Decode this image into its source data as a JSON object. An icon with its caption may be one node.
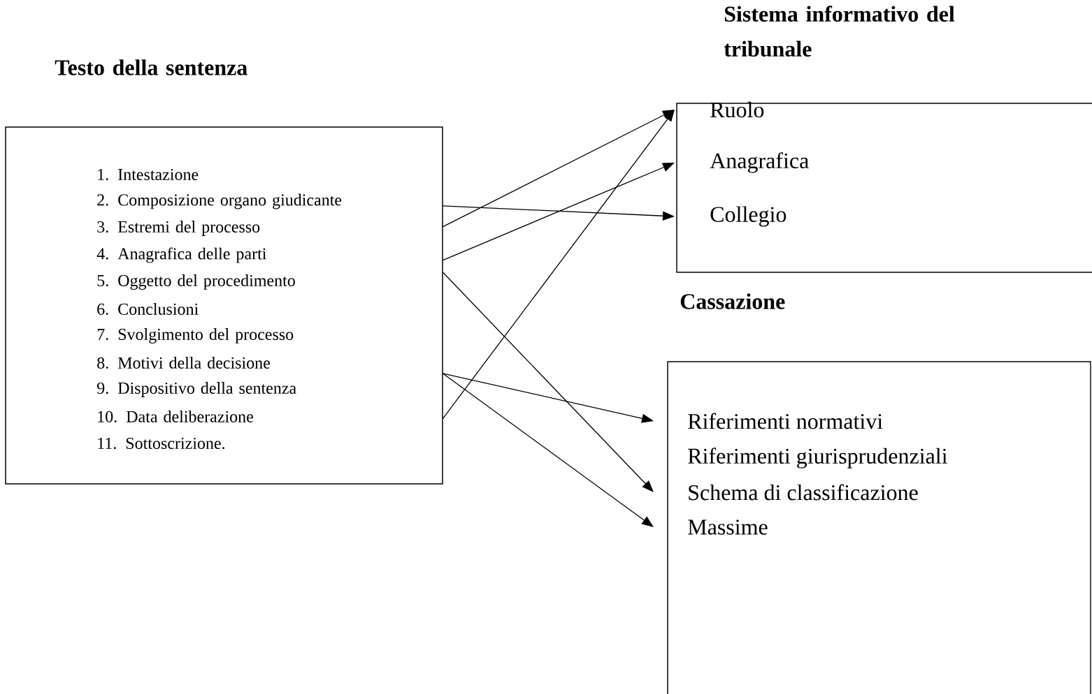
{
  "diagram": {
    "nodes": [
      {
        "text": [
          "Testo della sentenza"
        ]
      },
      {
        "text": [
          "1. Intestazione"
        ],
        "in": 0
      },
      {
        "text": [
          "2. Composizione organo giudicante"
        ],
        "in": 0
      },
      {
        "text": [
          "3. Estremi del processo"
        ],
        "in": 0
      },
      {
        "text": [
          "4. Anagrafica delle parti"
        ],
        "in": 0
      },
      {
        "text": [
          "5. Oggetto del procedimento"
        ],
        "in": 0
      },
      {
        "text": [
          "6. Conclusioni"
        ],
        "in": 0
      },
      {
        "text": [
          "7. Svolgimento del processo"
        ],
        "in": 0
      },
      {
        "text": [
          "8. Motivi della decisione"
        ],
        "in": 0
      },
      {
        "text": [
          "9. Dispositivo della sentenza"
        ],
        "in": 0
      },
      {
        "text": [
          "10. Data deliberazione"
        ],
        "in": 0
      },
      {
        "text": [
          "11. Sottoscrizione."
        ],
        "in": 0
      },
      {
        "text": [
          "Sistema informativo del tribunale"
        ]
      },
      {
        "text": [
          "Ruolo"
        ],
        "in": 12
      },
      {
        "text": [
          "Anagrafica"
        ],
        "in": 12
      },
      {
        "text": [
          "Collegio"
        ],
        "in": 12
      },
      {
        "text": [
          "Cassazione"
        ]
      },
      {
        "text": [
          "Riferimenti normativi"
        ],
        "in": 16
      },
      {
        "text": [
          "Riferimenti giurisprudenziali"
        ],
        "in": 16
      },
      {
        "text": [
          "Schema di classificazione"
        ],
        "in": 16
      },
      {
        "text": [
          "Massime"
        ],
        "in": 16
      }
    ],
    "edges": [
      {
        "from": 0,
        "to": 15,
        "arrow": "to"
      },
      {
        "from": 0,
        "to": 13,
        "arrow": "to"
      },
      {
        "from": 0,
        "to": 14,
        "arrow": "to"
      },
      {
        "from": 0,
        "to": 19,
        "arrow": "to"
      },
      {
        "from": 0,
        "to": 13,
        "arrow": "to"
      },
      {
        "from": 0,
        "to": 17,
        "arrow": "to"
      },
      {
        "from": 0,
        "to": 20,
        "arrow": "to"
      }
    ]
  }
}
